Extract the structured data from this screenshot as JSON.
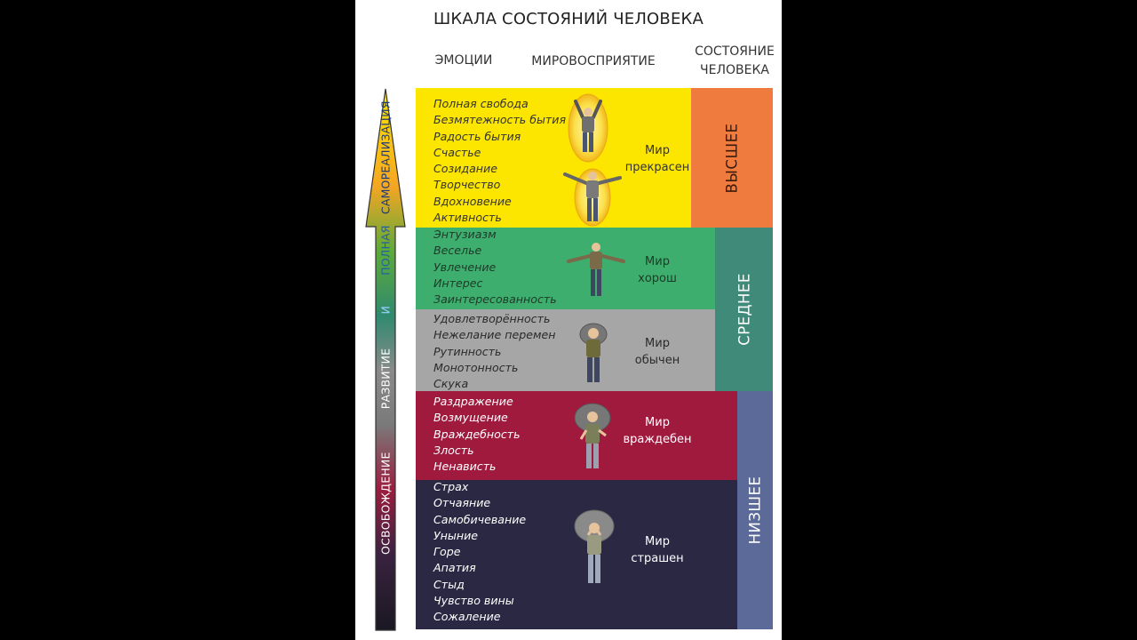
{
  "title": "ШКАЛА СОСТОЯНИЙ ЧЕЛОВЕКА",
  "headers": {
    "emotions": "ЭМОЦИИ",
    "perception": "МИРОВОСПРИЯТИЕ",
    "state_line1": "СОСТОЯНИЕ",
    "state_line2": "ЧЕЛОВЕКА"
  },
  "arrow_label": {
    "w1": "ОСВОБОЖДЕНИЕ",
    "w2": "РАЗВИТИЕ",
    "w3": "И",
    "w4": "ПОЛНАЯ",
    "w5": "САМОРЕАЛИЗАЦИЯ"
  },
  "bands": [
    {
      "emotions": [
        "Полная свобода",
        "Безмятежность бытия",
        "Радость бытия",
        "Счастье",
        "Созидание",
        "Творчество",
        "Вдохновение",
        "Активность"
      ],
      "world_line1": "Мир",
      "world_line2": "прекрасен",
      "color": "#fce600"
    },
    {
      "emotions": [
        "Энтузиазм",
        "Веселье",
        "Увлечение",
        "Интерес",
        "Заинтересованность"
      ],
      "world_line1": "Мир",
      "world_line2": "хорош",
      "color": "#3dae6e"
    },
    {
      "emotions": [
        "Удовлетворённость",
        "Нежелание перемен",
        "Рутинность",
        "Монотонность",
        "Скука"
      ],
      "world_line1": "Мир",
      "world_line2": "обычен",
      "color": "#a6a6a6"
    },
    {
      "emotions": [
        "Раздражение",
        "Возмущение",
        "Враждебность",
        "Злость",
        "Ненависть"
      ],
      "world_line1": "Мир",
      "world_line2": "враждебен",
      "color": "#a01a3d"
    },
    {
      "emotions": [
        "Страх",
        "Отчаяние",
        "Самобичевание",
        "Уныние",
        "Горе",
        "Апатия",
        "Стыд",
        "Чувство вины",
        "Сожаление"
      ],
      "world_line1": "Мир",
      "world_line2": "страшен",
      "color": "#2b2844"
    }
  ],
  "states": {
    "high": "ВЫСШЕЕ",
    "mid": "СРЕДНЕЕ",
    "low": "НИЗШЕЕ"
  },
  "colors": {
    "high_state": "#f07b3f",
    "mid_state": "#3f8a78",
    "low_state": "#5b6a98"
  }
}
